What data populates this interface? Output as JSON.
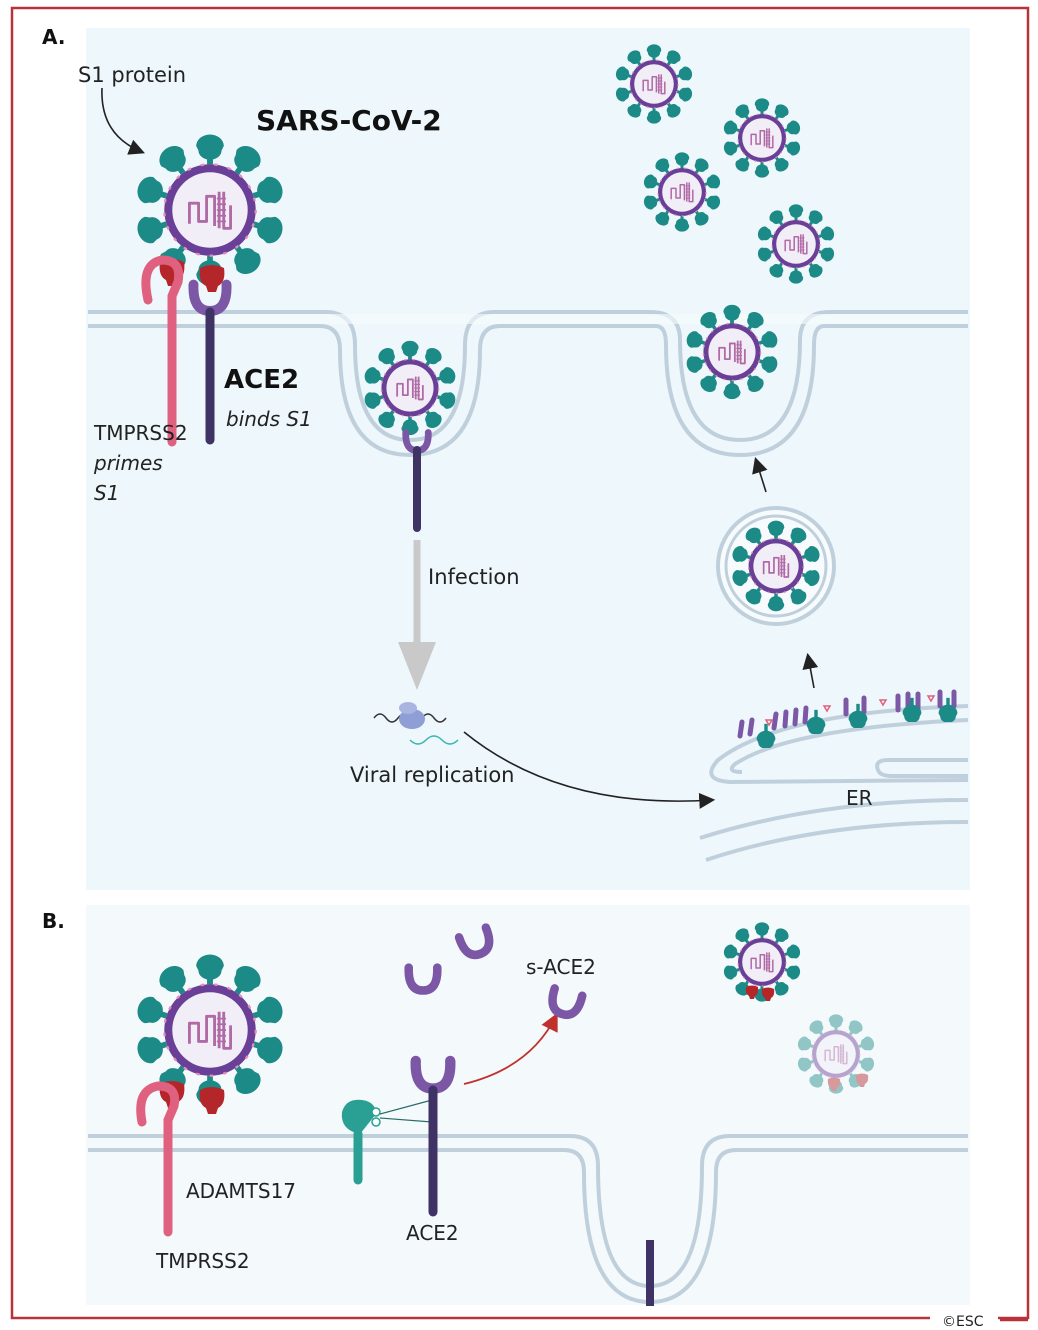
{
  "panel_a": {
    "letter": "A.",
    "s1_protein": "S1 protein",
    "virus_name": "SARS-CoV-2",
    "ace2": "ACE2",
    "binds": "binds S1",
    "tmprss2": "TMPRSS2",
    "primes": "primes",
    "s1": "S1",
    "infection": "Infection",
    "replication": "Viral replication",
    "er": "ER"
  },
  "panel_b": {
    "letter": "B.",
    "sace2": "s-ACE2",
    "adamts17": "ADAMTS17",
    "ace2": "ACE2",
    "tmprss2": "TMPRSS2"
  },
  "credit": "©ESC",
  "colors": {
    "frame": "#b8323a",
    "panel_bg": "#eef7fb",
    "membrane": "#bfd0dc",
    "spike": "#1c8a86",
    "envelope": "#6a3f97",
    "ace2": "#7b57a6",
    "stalk": "#3f3366",
    "tmprss2": "#e0607f",
    "red_receptor": "#b5262a",
    "adamts17": "#2aa095"
  }
}
